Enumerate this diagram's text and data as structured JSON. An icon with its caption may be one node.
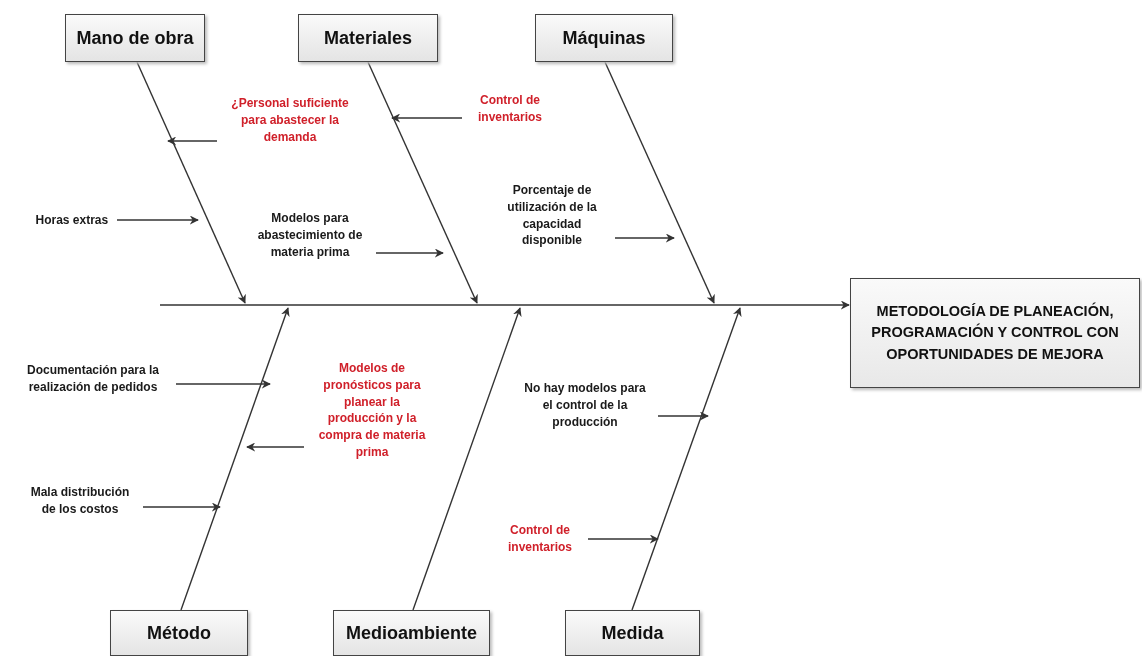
{
  "diagram": {
    "nodes": [
      {
        "text": [
          "Mano de obra"
        ]
      },
      {
        "text": [
          "Materiales"
        ]
      },
      {
        "text": [
          "Máquinas"
        ]
      },
      {
        "text": [
          "Método"
        ]
      },
      {
        "text": [
          "Medioambiente"
        ]
      },
      {
        "text": [
          "Medida"
        ]
      },
      {
        "text": [
          "METODOLOGÍA DE PLANEACIÓN, PROGRAMACIÓN Y CONTROL CON OPORTUNIDADES DE MEJORA"
        ]
      },
      {
        "text": [
          "¿Personal suficiente para abastecer la demanda"
        ]
      },
      {
        "text": [
          "Horas extras"
        ]
      },
      {
        "text": [
          "Control de inventarios"
        ]
      },
      {
        "text": [
          "Modelos para abastecimiento de materia prima"
        ]
      },
      {
        "text": [
          "Porcentaje de utilización de la capacidad disponible"
        ]
      },
      {
        "text": [
          "Documentación para la realización de pedidos"
        ]
      },
      {
        "text": [
          "Modelos de pronósticos para planear la producción y la compra de materia prima"
        ]
      },
      {
        "text": [
          "Mala distribución de los costos"
        ]
      },
      {
        "text": [
          "No hay modelos para el control de la producción"
        ]
      },
      {
        "text": [
          "Control de inventarios"
        ]
      }
    ],
    "edges": [
      {
        "from": 0,
        "to": null,
        "arrow": "to"
      },
      {
        "from": 1,
        "to": null,
        "arrow": "to"
      },
      {
        "from": 2,
        "to": null,
        "arrow": "to"
      },
      {
        "from": 3,
        "to": null,
        "arrow": "to"
      },
      {
        "from": 4,
        "to": null,
        "arrow": "to"
      },
      {
        "from": 5,
        "to": null,
        "arrow": "to"
      },
      {
        "from": null,
        "to": 6,
        "arrow": "to"
      },
      {
        "from": 7,
        "to": null,
        "arrow": "to"
      },
      {
        "from": 8,
        "to": null,
        "arrow": "to"
      },
      {
        "from": 9,
        "to": null,
        "arrow": "to"
      },
      {
        "from": 10,
        "to": null,
        "arrow": "to"
      },
      {
        "from": 11,
        "to": null,
        "arrow": "to"
      },
      {
        "from": 12,
        "to": null,
        "arrow": "to"
      },
      {
        "from": 13,
        "to": null,
        "arrow": "to"
      },
      {
        "from": 14,
        "to": null,
        "arrow": "to"
      },
      {
        "from": 15,
        "to": null,
        "arrow": "to"
      },
      {
        "from": 16,
        "to": null,
        "arrow": "to"
      }
    ]
  }
}
